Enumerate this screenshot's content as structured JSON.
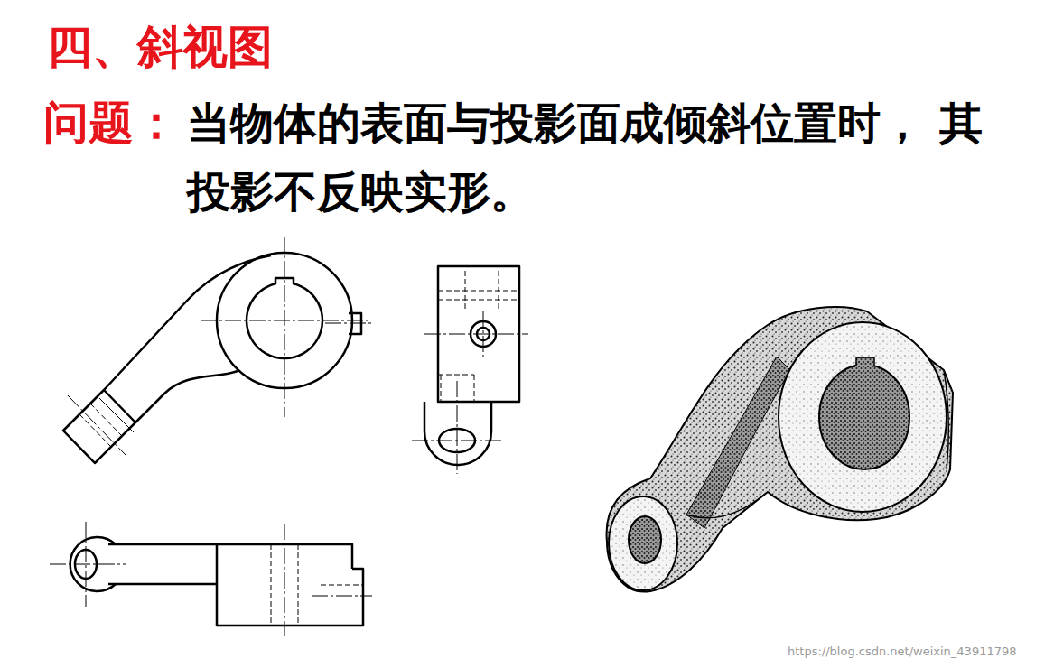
{
  "diagram": {
    "title": "四、斜视图",
    "labels": [
      "问题：",
      "当物体的表面与投影面成倾斜位置时， 其投影不反映实形。",
      "https://blog.csdn.net/weixin_43911798"
    ]
  }
}
